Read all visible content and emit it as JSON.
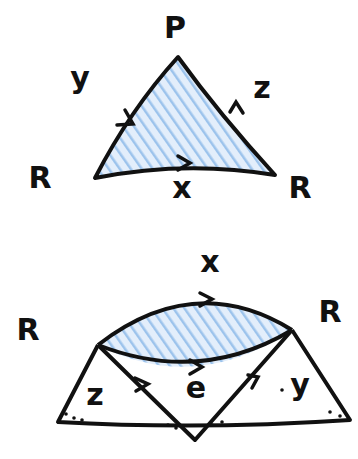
{
  "diagram": {
    "labels": [
      "P",
      "y",
      "z",
      "R",
      "x",
      "R",
      "R",
      "x",
      "R",
      "z",
      "e",
      "y"
    ]
  }
}
